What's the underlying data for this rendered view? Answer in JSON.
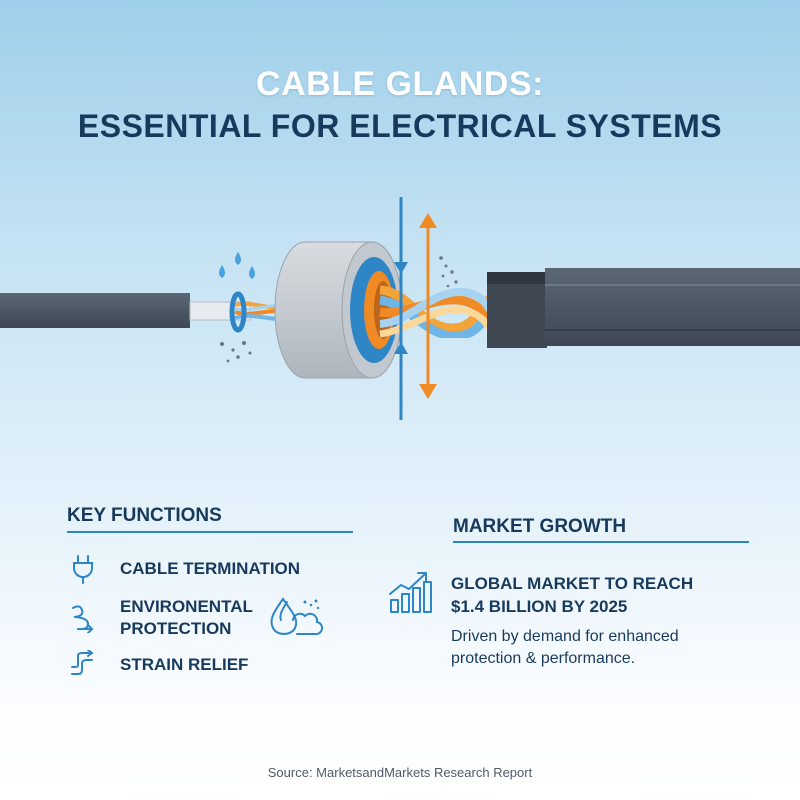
{
  "title": {
    "line1": "CABLE GLANDS:",
    "line2": "ESSENTIAL FOR ELECTRICAL SYSTEMS"
  },
  "key_functions": {
    "heading": "KEY FUNCTIONS",
    "items": [
      {
        "icon": "plug-icon",
        "label_line1": "CABLE TERMINATION",
        "label_line2": ""
      },
      {
        "icon": "wave-arrow-icon",
        "label_line1": "ENVIRONENTAL",
        "label_line2": "PROTECTION"
      },
      {
        "icon": "up-arrow-icon",
        "label_line1": "STRAIN RELIEF",
        "label_line2": ""
      }
    ],
    "extra_icon": "water-dust-icon"
  },
  "market_growth": {
    "heading": "MARKET GROWTH",
    "icon": "bar-chart-growth-icon",
    "headline_line1": "GLOBAL MARKET TO REACH",
    "headline_line2": "$1.4 BILLION BY 2025",
    "body_line1": "Driven by demand for enhanced",
    "body_line2": "protection & performance."
  },
  "source": "Source: MarketsandMarkets Research Report",
  "colors": {
    "navy": "#173a5c",
    "accent_blue": "#2f86c6",
    "orange": "#f08a24",
    "cable_dark": "#4a5563"
  }
}
